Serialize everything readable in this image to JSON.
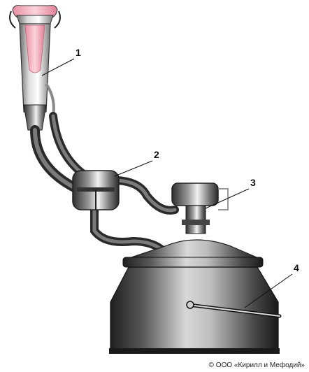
{
  "diagram": {
    "callouts": [
      {
        "label": "1"
      },
      {
        "label": "2"
      },
      {
        "label": "3"
      },
      {
        "label": "4"
      }
    ],
    "copyright": "© ООО «Кирилл и Мефодий»"
  },
  "colors": {
    "teat": "#f2a7b6",
    "metal_dark": "#3d3d3d",
    "metal_mid": "#8c8c8c",
    "metal_light": "#e6e6e6",
    "hose": "#4a4a4a"
  }
}
